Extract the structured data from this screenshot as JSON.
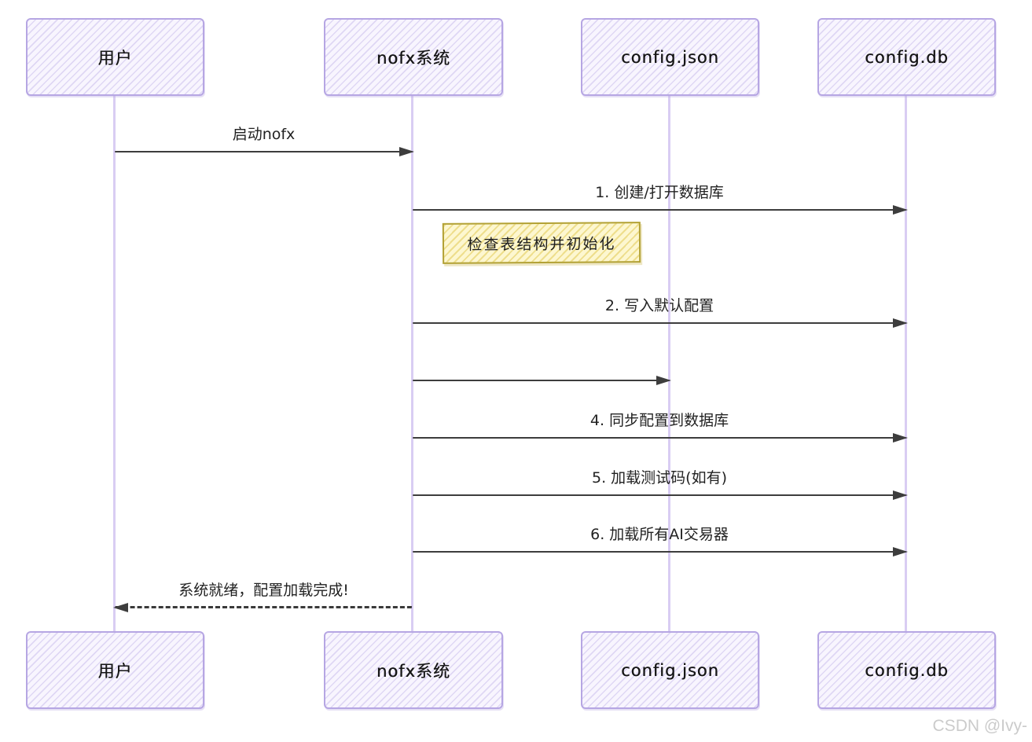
{
  "actors": [
    {
      "label": "用户"
    },
    {
      "label": "nofx系统"
    },
    {
      "label": "config.json"
    },
    {
      "label": "config.db"
    }
  ],
  "messages": [
    {
      "label": "启动nofx",
      "from": "用户",
      "to": "nofx系统",
      "line": "solid"
    },
    {
      "label": "1. 创建/打开数据库",
      "from": "nofx系统",
      "to": "config.db",
      "line": "solid"
    },
    {
      "label": "2. 写入默认配置",
      "from": "nofx系统",
      "to": "config.db",
      "line": "solid"
    },
    {
      "label": "",
      "from": "nofx系统",
      "to": "config.json",
      "line": "solid"
    },
    {
      "label": "4. 同步配置到数据库",
      "from": "nofx系统",
      "to": "config.db",
      "line": "solid"
    },
    {
      "label": "5. 加载测试码(如有)",
      "from": "nofx系统",
      "to": "config.db",
      "line": "solid"
    },
    {
      "label": "6. 加载所有AI交易器",
      "from": "nofx系统",
      "to": "config.db",
      "line": "solid"
    },
    {
      "label": "系统就绪，配置加载完成!",
      "from": "nofx系统",
      "to": "用户",
      "line": "dashed"
    }
  ],
  "note": {
    "label": "检查表结构并初始化"
  },
  "watermark": "CSDN @Ivy-",
  "colors": {
    "actor_border": "#b6a6e3",
    "actor_fill": "#f8f5fe",
    "lifeline": "#d9cdf3",
    "arrow": "#3d3d3d",
    "note_border": "#b2a135",
    "note_fill": "#fdf7d0",
    "text": "#1f1f1f",
    "watermark": "#cbcbcb"
  }
}
